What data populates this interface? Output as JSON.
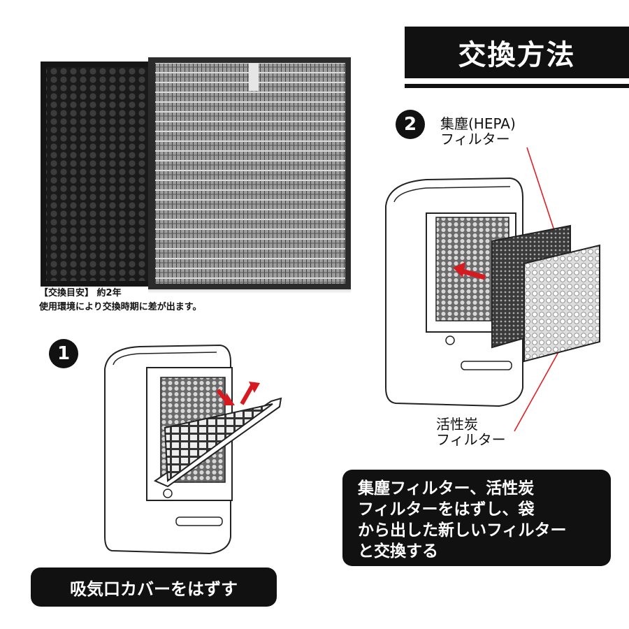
{
  "title": "交換方法",
  "photo_caption": {
    "line1": "【交換目安】 約2年",
    "line2": "使用環境により交換時期に差が出ます。"
  },
  "step1": {
    "number": "1",
    "caption": "吸気口カバーをはずす"
  },
  "step2": {
    "number": "2",
    "hepa_label": {
      "line1": "集塵(HEPA)",
      "line2": "フィルター"
    },
    "carbon_label": {
      "line1": "活性炭",
      "line2": "フィルター"
    },
    "caption_lines": [
      "集塵フィルター、活性炭",
      "フィルターをはずし、袋",
      "から出した新しいフィルター",
      "と交換する"
    ]
  },
  "colors": {
    "accent_red": "#e31e24",
    "dark": "#111111",
    "arrow_red": "#d71920"
  },
  "icons": [
    "filter-photo",
    "air-purifier-illustration-step1",
    "air-purifier-illustration-step2",
    "insert-arrow-icon",
    "remove-arrow-icon"
  ]
}
